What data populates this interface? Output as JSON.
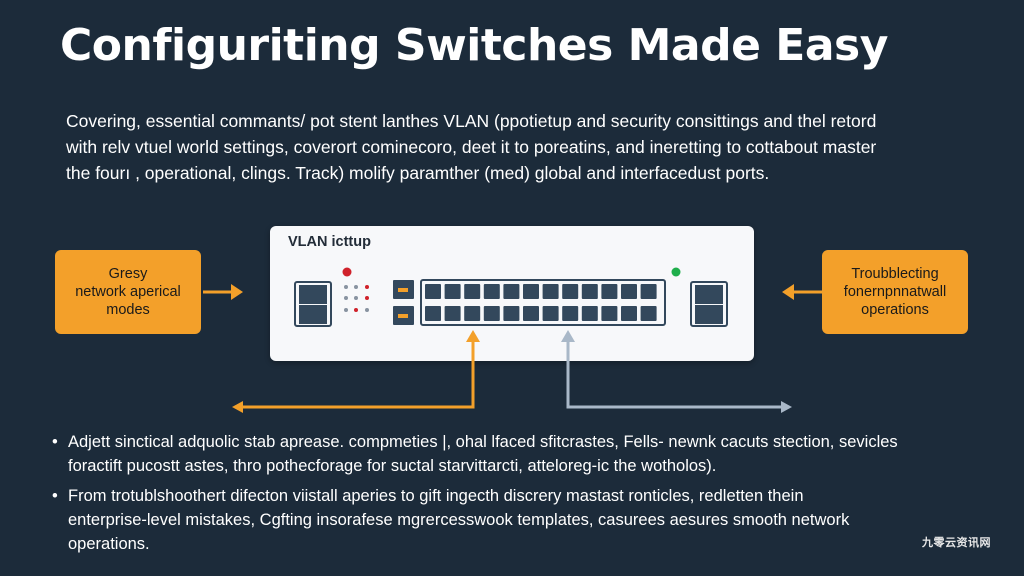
{
  "title": "Configuriting Switches Made Easy",
  "intro_lines": [
    "Covering, essential commants/ pot stent lanthes VLAN (ppotietup and security consittings and thel retord",
    "with relv vtuel world settings, coverort cominecoro, deet it to poreatins, and ineretting to cottabout master",
    "the fourı , operational, clings. Track) molify paramther (med) global and interfacedust ports."
  ],
  "left_box": {
    "lines": [
      "Gresy",
      "network aperical",
      "modes"
    ]
  },
  "right_box": {
    "lines": [
      "Troubblecting",
      "fonernpnnatwall",
      "operations"
    ]
  },
  "switch": {
    "label": "VLAN icttup"
  },
  "bullets": [
    {
      "marker": "•",
      "lines": [
        "Adjett sinctical adquolic stab aprease. compmeties |, ohal lfaced sfitcrastes, Fells- newnk cacuts stection, sevicles",
        "foractift pucostt astes, thro pothecforage for suctal starvittarcti, atteloreg-ic the wotholos)."
      ]
    },
    {
      "marker": "•",
      "lines": [
        "From trotublshoothert difecton viistall aperies to gift ingecth discrery mastast ronticles, redletten thein",
        "enterprise-level mistakes, Cgfting insorafese mgrercesswook templates, casurees aesures smooth network",
        "operations."
      ]
    }
  ],
  "watermark": "九零云资讯网",
  "colors": {
    "background": "#1c2b3a",
    "accent_orange": "#f3a02a",
    "connector_blue": "#a9b8c8",
    "port_fill": "#33485c",
    "led_red": "#d0222b",
    "led_green": "#1fae4b"
  }
}
